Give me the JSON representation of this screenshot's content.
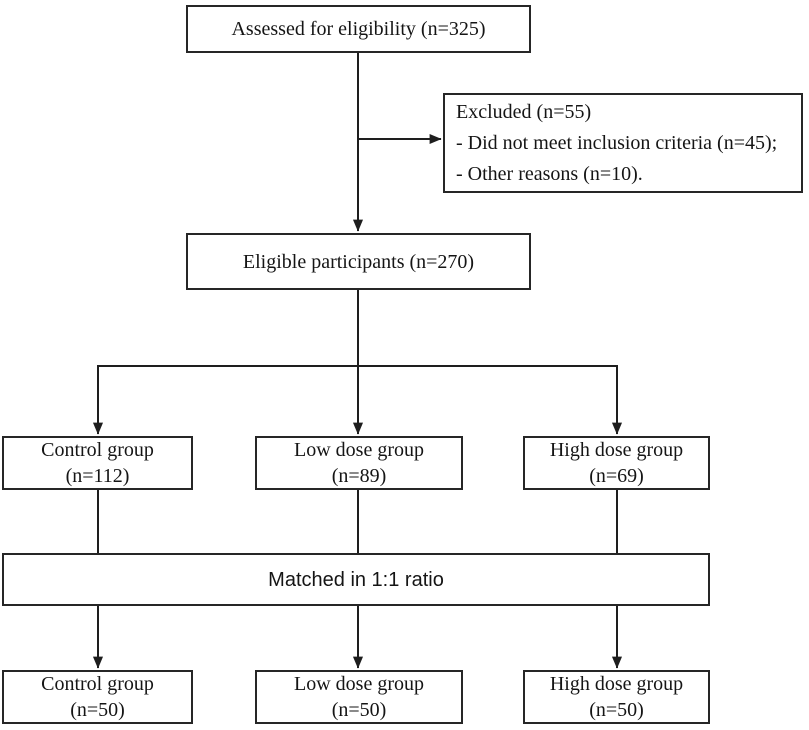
{
  "diagram": {
    "type": "flowchart",
    "colors": {
      "line": "#1e1e1e",
      "border": "#262626",
      "text": "#151515",
      "background": "#ffffff"
    },
    "nodes": {
      "assessed": {
        "lines": [
          "Assessed for eligibility (n=325)"
        ]
      },
      "excluded": {
        "lines": [
          "Excluded (n=55)",
          "- Did not meet inclusion criteria (n=45);",
          "- Other reasons (n=10)."
        ]
      },
      "eligible": {
        "lines": [
          "Eligible participants (n=270)"
        ]
      },
      "control1": {
        "lines": [
          "Control group",
          "(n=112)"
        ]
      },
      "lowdose1": {
        "lines": [
          "Low dose group",
          "(n=89)"
        ]
      },
      "highdose1": {
        "lines": [
          "High dose group",
          "(n=69)"
        ]
      },
      "matched": {
        "lines": [
          "Matched in 1:1 ratio"
        ]
      },
      "control2": {
        "lines": [
          "Control group",
          "(n=50)"
        ]
      },
      "lowdose2": {
        "lines": [
          "Low dose group",
          "(n=50)"
        ]
      },
      "highdose2": {
        "lines": [
          "High dose group",
          "(n=50)"
        ]
      }
    },
    "edges": [
      {
        "from": "assessed",
        "to": "eligible",
        "arrow": true
      },
      {
        "from": "assessed",
        "to": "excluded",
        "arrow": true
      },
      {
        "from": "eligible",
        "to": "control1",
        "arrow": true
      },
      {
        "from": "eligible",
        "to": "lowdose1",
        "arrow": true
      },
      {
        "from": "eligible",
        "to": "highdose1",
        "arrow": true
      },
      {
        "from": "control1",
        "to": "matched",
        "arrow": false
      },
      {
        "from": "lowdose1",
        "to": "matched",
        "arrow": false
      },
      {
        "from": "highdose1",
        "to": "matched",
        "arrow": false
      },
      {
        "from": "matched",
        "to": "control2",
        "arrow": true
      },
      {
        "from": "matched",
        "to": "lowdose2",
        "arrow": true
      },
      {
        "from": "matched",
        "to": "highdose2",
        "arrow": true
      }
    ]
  }
}
